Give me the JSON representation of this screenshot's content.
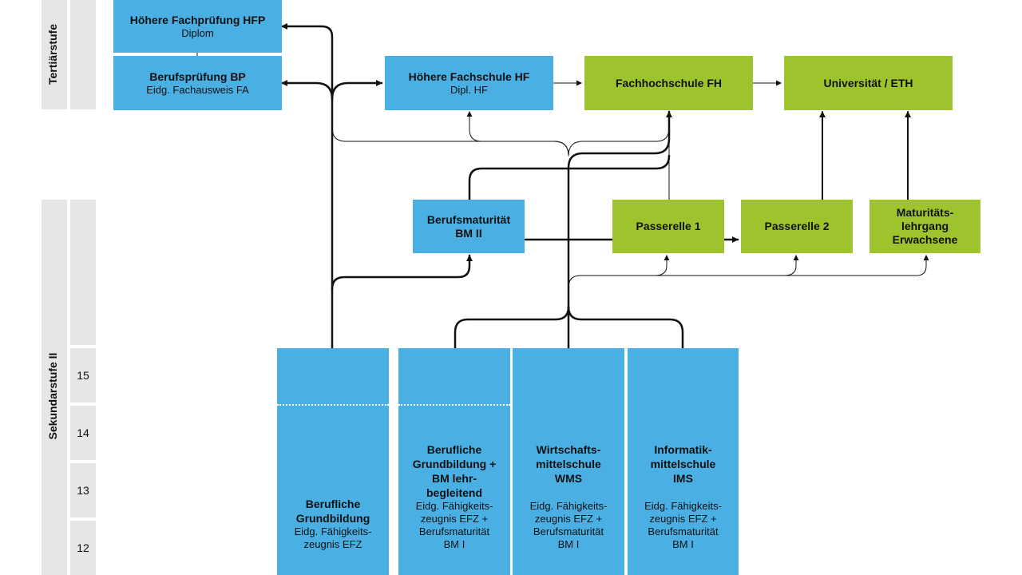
{
  "side": {
    "tertiaer": "Tertiärstufe",
    "sekundar": "Sekundarstufe II",
    "years": [
      "15",
      "14",
      "13",
      "12"
    ]
  },
  "tertiary": {
    "hfp": {
      "title": "Höhere Fachprüfung HFP",
      "sub": "Diplom"
    },
    "bp": {
      "title": "Berufsprüfung BP",
      "sub": "Eidg. Fachausweis FA"
    },
    "hf": {
      "title": "Höhere Fachschule HF",
      "sub": "Dipl. HF"
    },
    "fh": {
      "title": "Fachhochschule FH"
    },
    "uni": {
      "title": "Universität / ETH"
    }
  },
  "middle": {
    "bm2": {
      "title1": "Berufsmaturität",
      "title2": "BM II"
    },
    "pass1": {
      "title": "Passerelle 1"
    },
    "pass2": {
      "title": "Passerelle 2"
    },
    "matur": {
      "line1": "Maturitäts-",
      "line2": "lehrgang",
      "line3": "Erwachsene"
    }
  },
  "columns": {
    "bg": {
      "t1": "Berufliche",
      "t2": "Grundbildung",
      "s1": "Eidg. Fähigkeits-",
      "s2": "zeugnis EFZ"
    },
    "bgbm": {
      "t1": "Berufliche",
      "t2": "Grundbildung +",
      "t3": "BM lehr-",
      "t4": "begleitend",
      "s1": "Eidg. Fähigkeits-",
      "s2": "zeugnis EFZ +",
      "s3": "Berufsmaturität",
      "s4": "BM I"
    },
    "wms": {
      "t1": "Wirtschafts-",
      "t2": "mittelschule",
      "t3": "WMS",
      "s1": "Eidg. Fähigkeits-",
      "s2": "zeugnis EFZ +",
      "s3": "Berufsmaturität",
      "s4": "BM I"
    },
    "ims": {
      "t1": "Informatik-",
      "t2": "mittelschule",
      "t3": "IMS",
      "s1": "Eidg. Fähigkeits-",
      "s2": "zeugnis EFZ +",
      "s3": "Berufsmaturität",
      "s4": "BM I"
    }
  },
  "colors": {
    "blue": "#4ab0e4",
    "green": "#9ec42d",
    "side": "#e6e6e6"
  }
}
